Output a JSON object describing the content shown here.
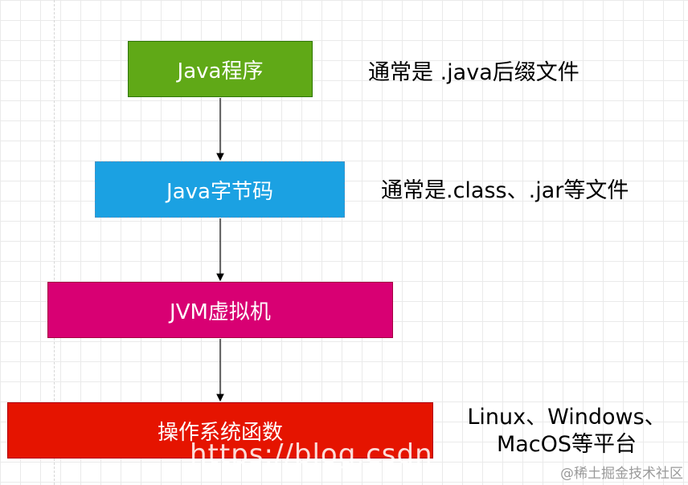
{
  "boxes": [
    {
      "label": "Java程序",
      "color": "#60a917"
    },
    {
      "label": "Java字节码",
      "color": "#1ba1e2"
    },
    {
      "label": "JVM虚拟机",
      "color": "#d80073"
    },
    {
      "label": "操作系统函数",
      "color": "#e51400"
    }
  ],
  "annotations": {
    "java_file": "通常是 .java后缀文件",
    "class_file": "通常是.class、.jar等文件",
    "platforms_line1": "Linux、Windows、",
    "platforms_line2": "MacOS等平台"
  },
  "watermark": "https://blog.csdn",
  "credit": "@稀土掘金技术社区"
}
